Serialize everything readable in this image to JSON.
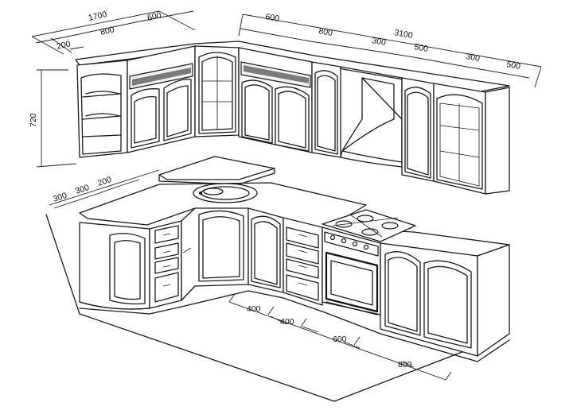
{
  "dimensions": {
    "upper_left_run_total": "1700",
    "upper_left_seg_a": "600",
    "upper_left_seg_b": "800",
    "upper_left_seg_c": "200",
    "upper_right_run_total": "3100",
    "upper_right_seg_a": "600",
    "upper_right_seg_b": "800",
    "upper_right_seg_c": "300",
    "upper_right_seg_d": "500",
    "upper_right_seg_e": "300",
    "upper_right_seg_f": "500",
    "height": "720",
    "corner_seg_a": "300",
    "corner_seg_b": "300",
    "corner_seg_c": "200",
    "base_seg_a": "400",
    "base_seg_b": "400",
    "base_seg_c": "600",
    "base_seg_d": "800"
  },
  "colors": {
    "line": "#1a1a1a",
    "background": "#ffffff"
  }
}
